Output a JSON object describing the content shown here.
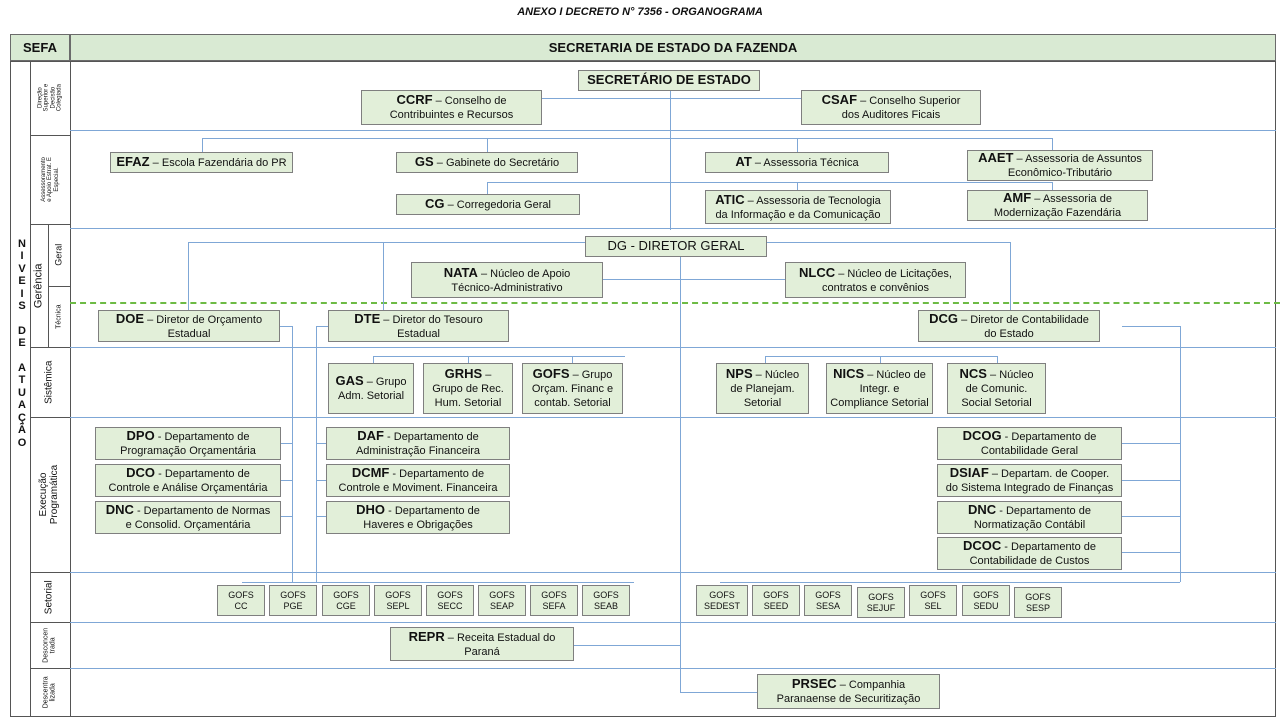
{
  "document": {
    "title": "ANEXO I DECRETO N° 7356 - ORGANOGRAMA"
  },
  "header": {
    "left": "SEFA",
    "main": "SECRETARIA DE ESTADO DA FAZENDA"
  },
  "levels_label": [
    "N",
    "I",
    "V",
    "E",
    "I",
    "S",
    "",
    "D",
    "E",
    "",
    "A",
    "T",
    "U",
    "A",
    "Ç",
    "Ã",
    "O"
  ],
  "bands": {
    "direcao": "Direção Superior e Decisão Colegiada",
    "assessoramento": "Assessoramento e Apoio Estrat. E Especial.",
    "gerencia": "Gerência",
    "geral": "Geral",
    "tecnica": "Técnica",
    "sistemica": "Sistêmica",
    "execucao": "Execução Programática",
    "setorial": "Setorial",
    "desconcentrada": "Desconcen trada",
    "descentralizada": "Descentra lizada"
  },
  "units": {
    "secretario": {
      "line1": "SECRETÁRIO DE ESTADO",
      "line2": ""
    },
    "ccrf": {
      "code": "CCRF",
      "line1": " – Conselho de",
      "line2": "Contribuintes e Recursos"
    },
    "csaf": {
      "code": "CSAF",
      "line1": " – Conselho Superior",
      "line2": "dos Auditores Ficais"
    },
    "efaz": {
      "code": "EFAZ",
      "line1": " – Escola Fazendária do PR",
      "line2": ""
    },
    "gs": {
      "code": "GS",
      "line1": " – Gabinete do Secretário",
      "line2": ""
    },
    "at": {
      "code": "AT",
      "line1": " – Assessoria Técnica",
      "line2": ""
    },
    "aaet": {
      "code": "AAET",
      "line1": " – Assessoria de Assuntos",
      "line2": "Econômico-Tributário"
    },
    "cg": {
      "code": "CG",
      "line1": " – Corregedoria Geral",
      "line2": ""
    },
    "atic": {
      "code": "ATIC",
      "line1": " – Assessoria de Tecnologia",
      "line2": "da Informação e da Comunicação"
    },
    "amf": {
      "code": "AMF",
      "line1": " – Assessoria de",
      "line2": "Modernização Fazendária"
    },
    "dg": {
      "line1": "DG - DIRETOR GERAL"
    },
    "nata": {
      "code": "NATA",
      "line1": " – Núcleo de Apoio",
      "line2": "Técnico-Administrativo"
    },
    "nlcc": {
      "code": "NLCC",
      "line1": " – Núcleo de Licitações,",
      "line2": "contratos e convênios"
    },
    "doe": {
      "code": "DOE",
      "line1": " – Diretor de Orçamento",
      "line2": "Estadual"
    },
    "dte": {
      "code": "DTE",
      "line1": " – Diretor do Tesouro",
      "line2": "Estadual"
    },
    "dcg": {
      "code": "DCG",
      "line1": " – Diretor de Contabilidade",
      "line2": "do Estado"
    },
    "gas": {
      "code": "GAS",
      "line1": " – Grupo",
      "line2": "Adm. Setorial"
    },
    "grhs": {
      "code": "GRHS",
      "line1": " –",
      "line2": "Grupo de Rec.",
      "line3": "Hum. Setorial"
    },
    "gofs": {
      "code": "GOFS",
      "line1": " – Grupo",
      "line2": "Orçam. Financ e",
      "line3": "contab. Setorial"
    },
    "nps": {
      "code": "NPS",
      "line1": " – Núcleo",
      "line2": "de Planejam.",
      "line3": "Setorial"
    },
    "nics": {
      "code": "NICS",
      "line1": " – Núcleo de",
      "line2": "Integr. e",
      "line3": "Compliance Setorial"
    },
    "ncs": {
      "code": "NCS",
      "line1": " – Núcleo",
      "line2": "de Comunic.",
      "line3": "Social Setorial"
    },
    "dpo": {
      "code": "DPO",
      "line1": " - Departamento de",
      "line2": "Programação Orçamentária"
    },
    "dco": {
      "code": "DCO",
      "line1": " - Departamento de",
      "line2": "Controle e Análise Orçamentária"
    },
    "dnc1": {
      "code": "DNC",
      "line1": " - Departamento de Normas",
      "line2": "e Consolid. Orçamentária"
    },
    "daf": {
      "code": "DAF",
      "line1": " - Departamento de",
      "line2": "Administração Financeira"
    },
    "dcmf": {
      "code": "DCMF",
      "line1": " - Departamento de",
      "line2": "Controle e Moviment. Financeira"
    },
    "dho": {
      "code": "DHO",
      "line1": " - Departamento de",
      "line2": "Haveres e Obrigações"
    },
    "dcog": {
      "code": "DCOG",
      "line1": " - Departamento de",
      "line2": "Contabilidade Geral"
    },
    "dsiaf": {
      "code": "DSIAF",
      "line1": " – Departam. de Cooper.",
      "line2": "do Sistema Integrado de Finanças"
    },
    "dnc2": {
      "code": "DNC",
      "line1": " - Departamento de",
      "line2": "Normatização Contábil"
    },
    "dcoc": {
      "code": "DCOC",
      "line1": " - Departamento de",
      "line2": "Contabilidade de Custos"
    },
    "repr": {
      "code": "REPR",
      "line1": " – Receita Estadual do",
      "line2": "Paraná"
    },
    "prsec": {
      "code": "PRSEC",
      "line1": " – Companhia",
      "line2": "Paranaense de Securitização"
    }
  },
  "gofs_units": [
    {
      "line1": "GOFS",
      "line2": "CC"
    },
    {
      "line1": "GOFS",
      "line2": "PGE"
    },
    {
      "line1": "GOFS",
      "line2": "CGE"
    },
    {
      "line1": "GOFS",
      "line2": "SEPL"
    },
    {
      "line1": "GOFS",
      "line2": "SECC"
    },
    {
      "line1": "GOFS",
      "line2": "SEAP"
    },
    {
      "line1": "GOFS",
      "line2": "SEFA"
    },
    {
      "line1": "GOFS",
      "line2": "SEAB"
    },
    {
      "line1": "GOFS",
      "line2": "SEDEST"
    },
    {
      "line1": "GOFS",
      "line2": "SEED"
    },
    {
      "line1": "GOFS",
      "line2": "SESA"
    },
    {
      "line1": "GOFS",
      "line2": "SEJUF"
    },
    {
      "line1": "GOFS",
      "line2": "SEL"
    },
    {
      "line1": "GOFS",
      "line2": "SEDU"
    },
    {
      "line1": "GOFS",
      "line2": "SESP"
    }
  ],
  "colors": {
    "box_fill": "#e2efd9",
    "header_fill": "#d9ead3",
    "connector": "#7fa7d6",
    "technical_divider": "#6dbb45"
  }
}
